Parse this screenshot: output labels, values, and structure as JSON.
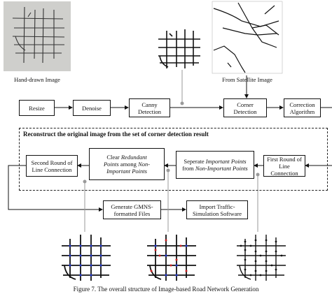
{
  "images": {
    "hand_drawn_caption": "Hand-drawn Image",
    "satellite_caption": "From Satellite Image"
  },
  "pipeline": {
    "resize": "Resize",
    "denoise": "Denoise",
    "canny_line1": "Canny",
    "canny_line2": "Detection",
    "corner_line1": "Corner",
    "corner_line2": "Detection",
    "correction_line1": "Correction",
    "correction_line2": "Algorithm"
  },
  "reconstruct": {
    "heading": "Reconstruct the original image from the set of corner detection result",
    "second_round_line1": "Second Round of",
    "second_round_line2": "Line Connection",
    "clear_pre": "Clear",
    "clear_em1": "Redundant",
    "clear_em2": "Points",
    "clear_mid": "among",
    "clear_em3": "Non-",
    "clear_em4": "Important Points",
    "separate_pre": "Seperate",
    "separate_em1": "Important Points",
    "separate_mid": "from",
    "separate_em2": "Non-Important Points",
    "first_round_line1": "First Round of",
    "first_round_line2": "Line Connection"
  },
  "output": {
    "gmns_line1": "Generate GMNS-",
    "gmns_line2": "formatted Files",
    "import_line1": "Import Traffic-",
    "import_line2": "Simulation Software"
  },
  "figure_caption": "Figure 7. The overall structure of Image-based Road Network Generation",
  "colors": {
    "line": "#111111",
    "connector_gray": "#9a9a9a",
    "paper_gray": "#cfcfcc",
    "red_points": "#cc2222",
    "blue_points": "#2233bb"
  }
}
